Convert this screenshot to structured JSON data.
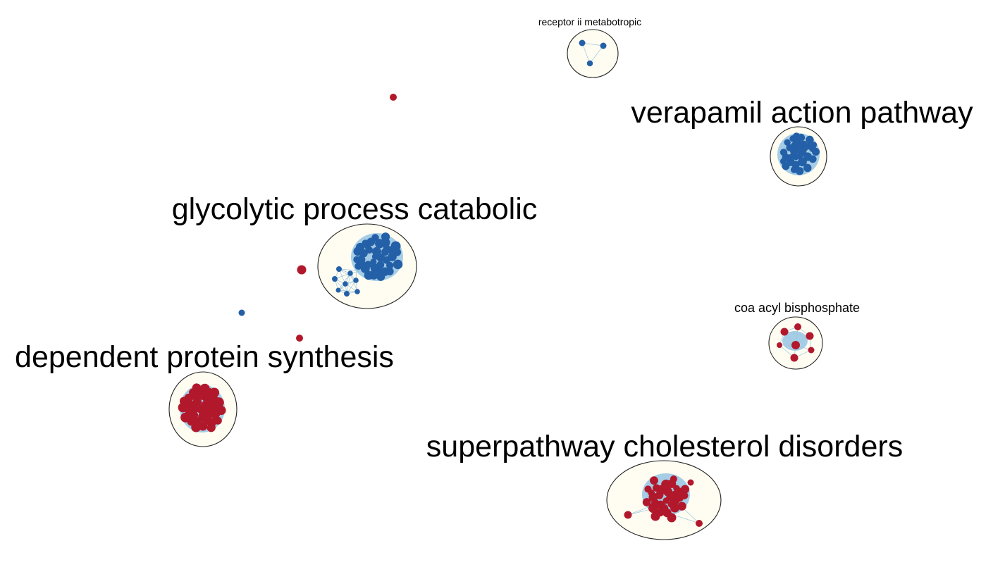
{
  "colors": {
    "blue_node": "#2460a7",
    "red_node": "#b2182b",
    "cluster_fill": "#fffdf1",
    "cluster_stroke": "#222222",
    "halo": "#a6cde6",
    "edge": "#9fc6df",
    "label": "#000000"
  },
  "clusters": [
    {
      "id": "receptor",
      "label": "receptor ii metabotropic",
      "color": "blue"
    },
    {
      "id": "verapamil",
      "label": "verapamil action pathway",
      "color": "blue"
    },
    {
      "id": "glycolytic",
      "label": "glycolytic process catabolic",
      "color": "blue"
    },
    {
      "id": "coa",
      "label": "coa acyl bisphosphate",
      "color": "red"
    },
    {
      "id": "protein",
      "label": "dependent protein synthesis",
      "color": "red"
    },
    {
      "id": "superpathway",
      "label": "superpathway cholesterol disorders",
      "color": "red"
    }
  ],
  "singletons": [
    {
      "id": "singleton-1",
      "color": "red"
    },
    {
      "id": "singleton-2",
      "color": "red"
    },
    {
      "id": "singleton-3",
      "color": "blue"
    },
    {
      "id": "singleton-4",
      "color": "red"
    }
  ]
}
